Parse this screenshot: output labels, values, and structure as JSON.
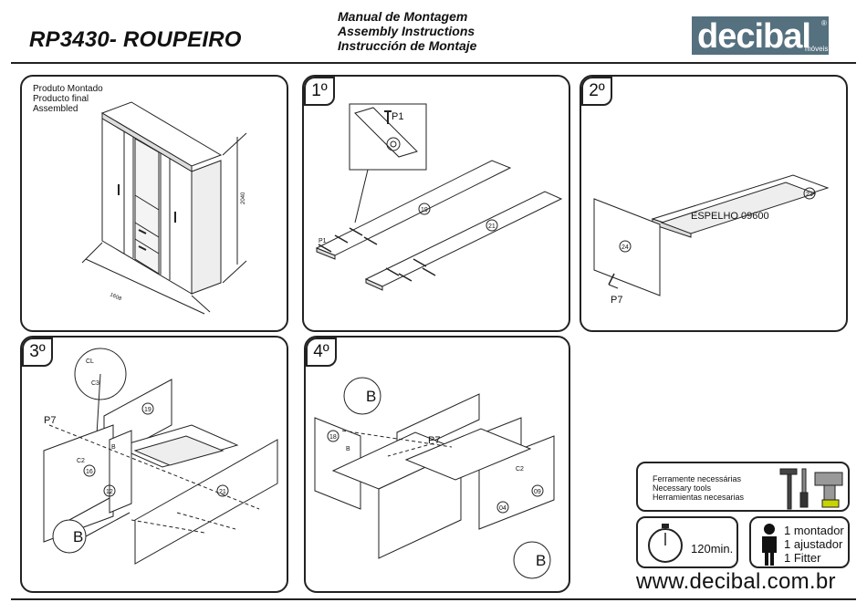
{
  "header": {
    "title": "RP3430- ROUPEIRO",
    "manual_lines": [
      "Manual de Montagem",
      "Assembly Instructions",
      "Instrucción de Montaje"
    ],
    "logo_text": "decibal",
    "logo_sub": "móveis",
    "logo_reg": "®",
    "logo_color": "#55707f"
  },
  "assembled": {
    "lines": [
      "Produto Montado",
      "Producto final",
      "Assembled"
    ],
    "dim_height": "2040",
    "dim_width": "1608"
  },
  "step1": {
    "number": "1º",
    "detail_label": "P1",
    "part_a": "19",
    "part_b": "21",
    "screw_label": "P1"
  },
  "step2": {
    "number": "2º",
    "mirror_label": "ESPELHO 09600",
    "part_top": "23",
    "part_back": "24",
    "screw_label": "P7"
  },
  "step3": {
    "number": "3º",
    "detail_cl": "CL",
    "detail_c3": "C3",
    "part_19": "19",
    "part_21": "21",
    "part_16": "16",
    "part_12": "12",
    "label_c2": "C2",
    "label_b": "B",
    "screw_label": "P7",
    "big_b": "B"
  },
  "step4": {
    "number": "4º",
    "big_b": "B",
    "part_18": "18",
    "part_04": "04",
    "part_09": "09",
    "label_b": "B",
    "label_c2": "C2",
    "screw_label": "P7"
  },
  "tools": {
    "lines": [
      "Ferramente necessárias",
      "Necessary tools",
      "Herramientas necesarias"
    ]
  },
  "time": {
    "label": "120min."
  },
  "fitters": {
    "lines": [
      "1 montador",
      "1 ajustador",
      "1 Fitter"
    ]
  },
  "footer": {
    "url": "www.decibal.com.br"
  }
}
